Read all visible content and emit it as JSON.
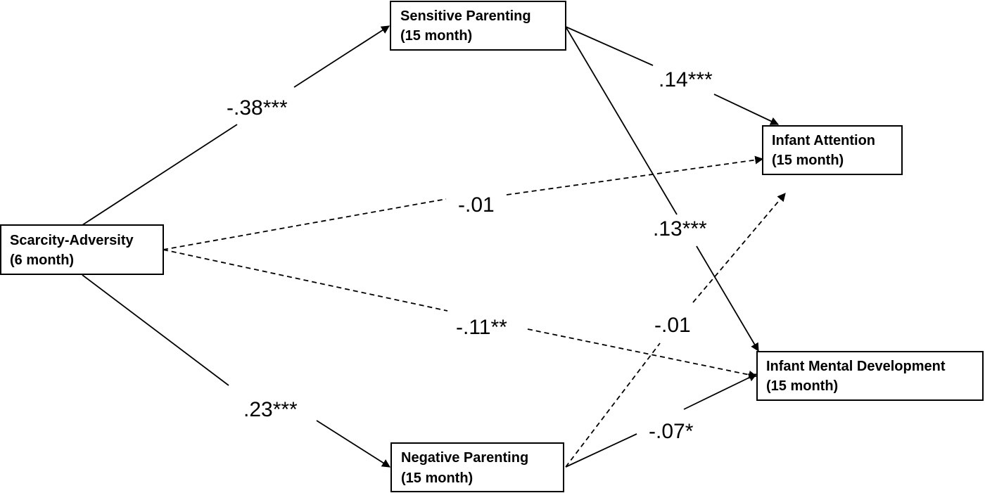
{
  "nodes": {
    "scarcity": {
      "line1": "Scarcity-Adversity",
      "line2": "(6 month)"
    },
    "sensitive": {
      "line1": "Sensitive Parenting",
      "line2": "(15 month)"
    },
    "negative": {
      "line1": "Negative Parenting",
      "line2": "(15 month)"
    },
    "attention": {
      "line1": "Infant Attention",
      "line2": "(15 month)"
    },
    "mental": {
      "line1": "Infant Mental Development",
      "line2": "(15 month)"
    }
  },
  "paths": {
    "scarcity_sensitive": {
      "label": "-.38***",
      "style": "solid"
    },
    "scarcity_negative": {
      "label": ".23***",
      "style": "solid"
    },
    "scarcity_attention": {
      "label": "-.01",
      "style": "dashed"
    },
    "scarcity_mental": {
      "label": "-.11**",
      "style": "dashed"
    },
    "sensitive_attention": {
      "label": ".14***",
      "style": "solid"
    },
    "sensitive_mental": {
      "label": ".13***",
      "style": "solid"
    },
    "negative_attention": {
      "label": "-.01",
      "style": "dashed"
    },
    "negative_mental": {
      "label": "-.07*",
      "style": "solid"
    }
  }
}
